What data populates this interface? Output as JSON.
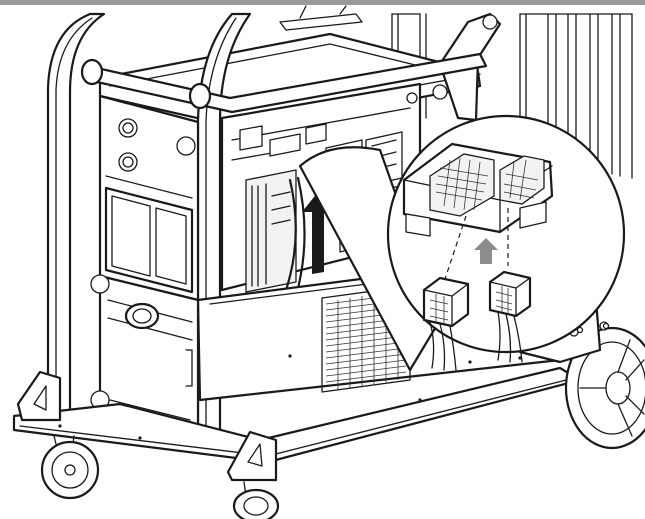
{
  "colors": {
    "line": "#1a1a1a",
    "fill": "#ffffff",
    "arrow_dark": "#1a1a1a",
    "arrow_gray": "#8c8c8c",
    "top_rule": "#9a9a9a"
  },
  "figure": {
    "subject": "welding-machine-on-trolley",
    "callout": "connector-plug-detail",
    "arrows": [
      "insert-direction-arrow",
      "plug-in-arrow"
    ]
  }
}
